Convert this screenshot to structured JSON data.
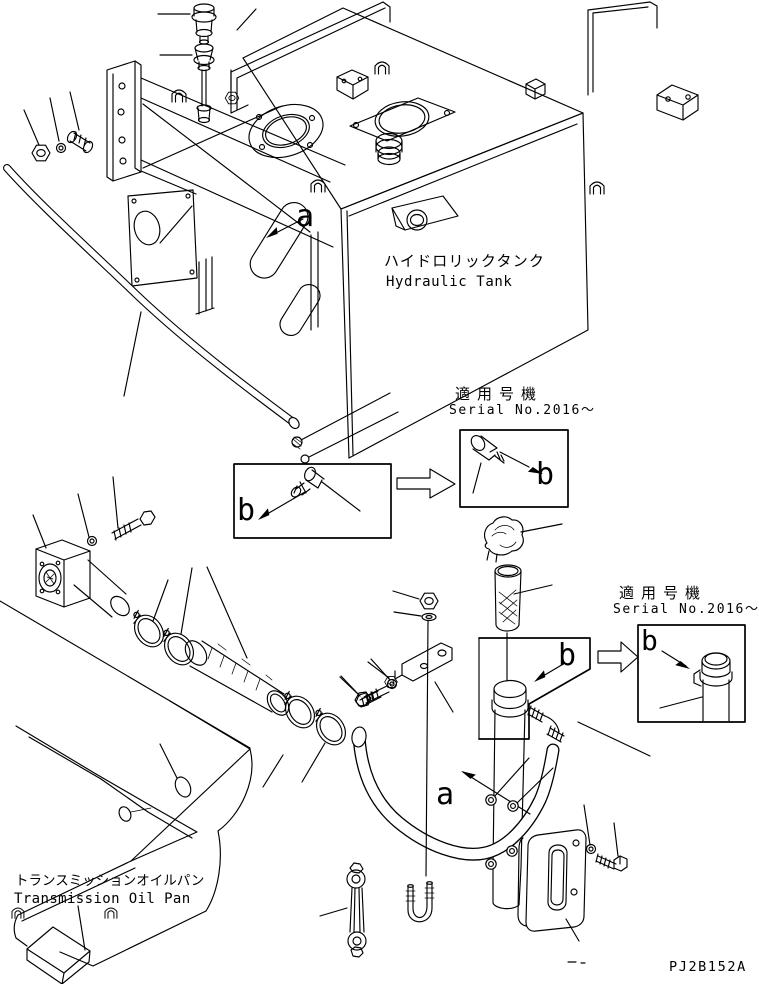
{
  "page": {
    "background": "#ffffff",
    "ink": "#000000",
    "drawing_code": "PJ2B152A"
  },
  "labels": {
    "hydraulic_tank": {
      "jp": "ハイドロリックタンク",
      "en": "Hydraulic Tank"
    },
    "transmission_oil_pan": {
      "jp": "トランスミッションオイルパン",
      "en": "Transmission Oil Pan"
    },
    "serial_note_top": {
      "jp": "適用号機",
      "en": "Serial No.2016～"
    },
    "serial_note_bottom": {
      "jp": "適用号機",
      "en": "Serial No.2016～"
    },
    "callout_a": "a",
    "callout_b": "b"
  }
}
